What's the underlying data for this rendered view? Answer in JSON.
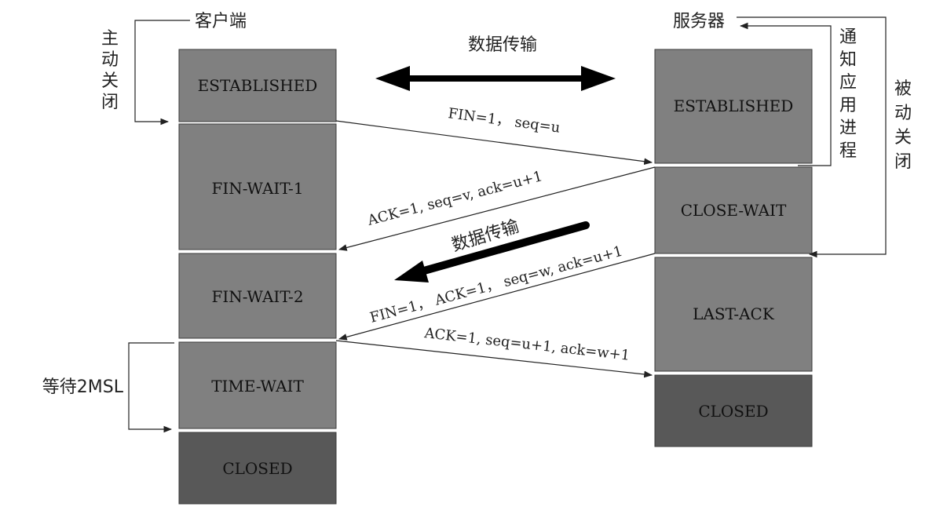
{
  "client": {
    "title": "客户端",
    "active_close": [
      "主",
      "动",
      "关",
      "闭"
    ],
    "wait_label": "等待2MSL",
    "states": [
      "ESTABLISHED",
      "FIN-WAIT-1",
      "FIN-WAIT-2",
      "TIME-WAIT",
      "CLOSED"
    ]
  },
  "server": {
    "title": "服务器",
    "notify_app": [
      "通",
      "知",
      "应",
      "用",
      "进",
      "程"
    ],
    "passive_close": [
      "被",
      "动",
      "关",
      "闭"
    ],
    "states": [
      "ESTABLISHED",
      "CLOSE-WAIT",
      "LAST-ACK",
      "CLOSED"
    ]
  },
  "transfer_top": "数据传输",
  "transfer_mid": "数据传输",
  "messages": {
    "fin1": "FIN=1， seq=u",
    "ack1": "ACK=1, seq=v, ack=u+1",
    "fin2": "FIN=1， ACK=1， seq=w, ack=u+1",
    "ack2": "ACK=1, seq=u+1, ack=w+1"
  },
  "colors": {
    "state_fill": "#808080",
    "closed_fill": "#585858",
    "border": "#3a3a3a",
    "line": "#222222"
  }
}
